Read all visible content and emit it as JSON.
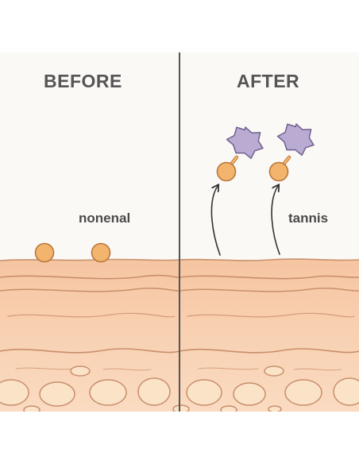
{
  "panels": {
    "before": {
      "title": "BEFORE",
      "label": "nonenal"
    },
    "after": {
      "title": "AFTER",
      "label": "tannis"
    }
  },
  "colors": {
    "background": "#fbf9f5",
    "skin_surface": "#f6c8a6",
    "skin_deep": "#f9d9bd",
    "skin_line": "#c98e6b",
    "cell_fill": "#fbe2c5",
    "molecule_fill": "#f3b46e",
    "molecule_stroke": "#b8773a",
    "tannin_fill": "#b9abd2",
    "tannin_stroke": "#6e6190",
    "divider": "#555555",
    "text": "#4a4a4a"
  },
  "icons": {
    "nonenal_molecule": "orange-circle-icon",
    "tannin_molecule": "purple-star-icon",
    "release_arrow": "curved-arrow-up-icon"
  }
}
